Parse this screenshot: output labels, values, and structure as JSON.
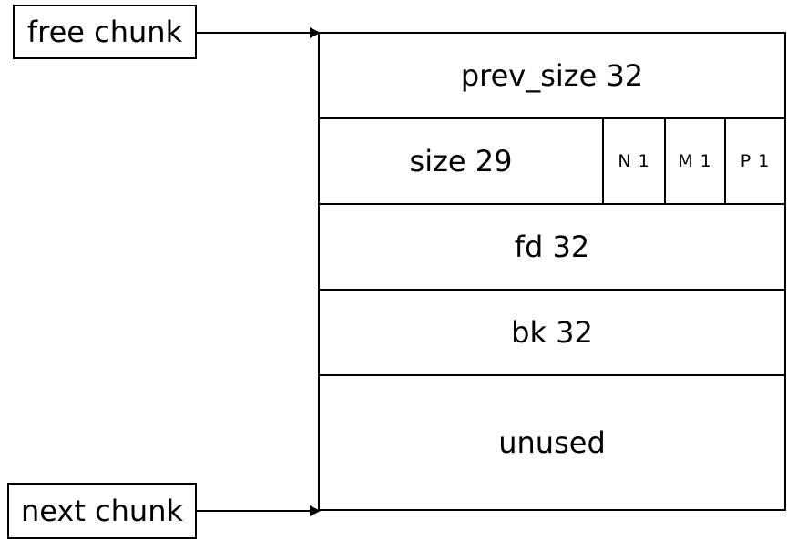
{
  "labels": {
    "free_chunk": "free chunk",
    "next_chunk": "next chunk"
  },
  "chunk": {
    "prev_size": "prev_size 32",
    "size": "size 29",
    "flags": {
      "n": "N 1",
      "m": "M 1",
      "p": "P 1"
    },
    "fd": "fd 32",
    "bk": "bk 32",
    "unused": "unused"
  }
}
